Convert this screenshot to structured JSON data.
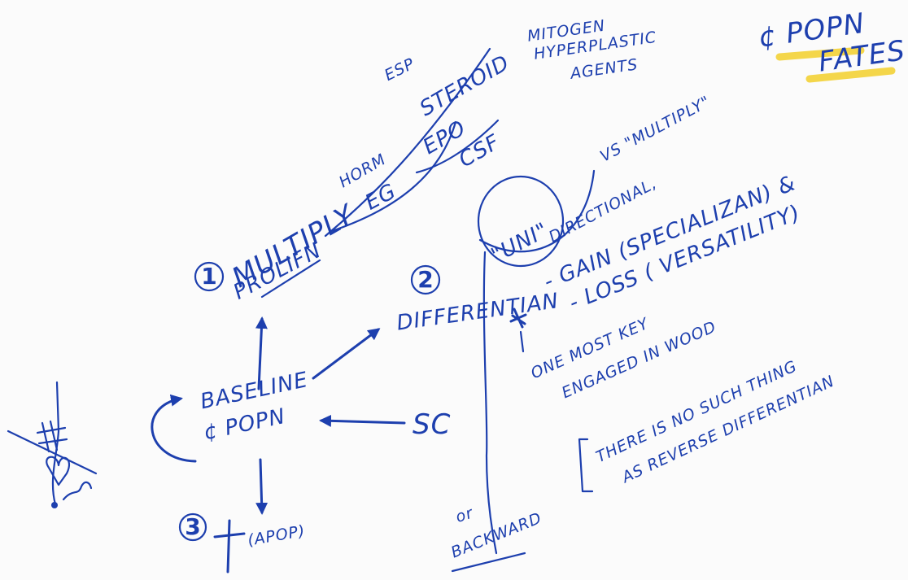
{
  "center_node": {
    "line1": "BASELINE",
    "line2": "¢ POPN",
    "input": "SC"
  },
  "fate1": {
    "number": "1",
    "line1": "MULTIPLY",
    "line2": "PROLIFN",
    "branch_hormone": "HORM",
    "branch_steroid": "STEROID",
    "branch_esp": "ESP",
    "branch_eg": "EG",
    "branch_epo": "EPO",
    "branch_csf": "CSF"
  },
  "fate2": {
    "number": "2",
    "label": "DIFFERENTIAN",
    "uni": "\"UNI\"",
    "directional": "DIRECTIONAL,",
    "vs_multiply": "VS \"MULTIPLY\"",
    "gain": "- GAIN (SPECIALIZAN) &",
    "loss": "- LOSS ( VERSATILITY)",
    "note_line1": "ONE MOST KEY",
    "note_line2": "ENGAGED IN WOOD",
    "backward_prefix": "or",
    "backward": "BACKWARD"
  },
  "fate3": {
    "number": "3",
    "label": "(APOP)"
  },
  "top_note": {
    "line1": "MITOGEN",
    "line2": "HYPERPLASTIC",
    "line3": "AGENTS"
  },
  "header": {
    "line1": "¢ POPN",
    "line2": "FATES"
  },
  "bracket_note": {
    "line1": "THERE IS NO SUCH THING",
    "line2": "AS REVERSE DIFFERENTIAN"
  },
  "colors": {
    "ink": "#1d3fae",
    "highlight": "#f2cf2a",
    "paper": "#fbfbfb"
  }
}
